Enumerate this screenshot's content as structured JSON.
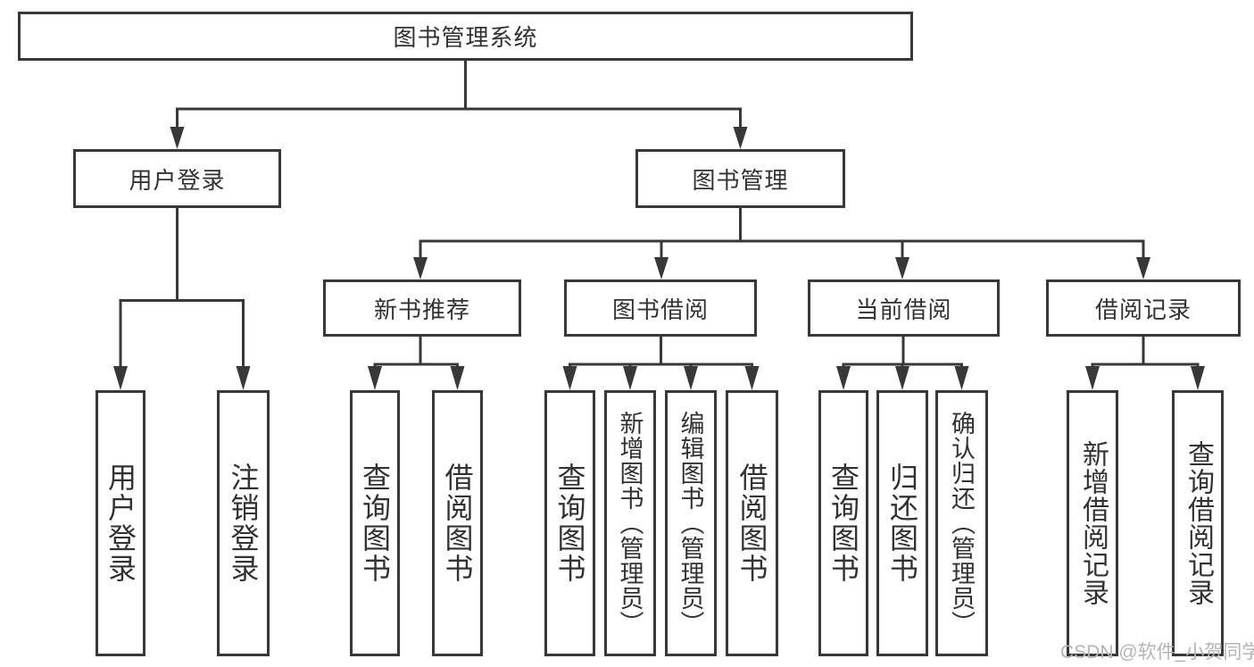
{
  "diagram": {
    "tree": {
      "label": "图书管理系统",
      "children": [
        {
          "label": "用户登录",
          "children": [
            {
              "label": "用户登录"
            },
            {
              "label": "注销登录"
            }
          ]
        },
        {
          "label": "图书管理",
          "children": [
            {
              "label": "新书推荐",
              "children": [
                {
                  "label": "查询图书"
                },
                {
                  "label": "借阅图书"
                }
              ]
            },
            {
              "label": "图书借阅",
              "children": [
                {
                  "label": "查询图书"
                },
                {
                  "label": "新增图书（管理员）"
                },
                {
                  "label": "编辑图书（管理员）"
                },
                {
                  "label": "借阅图书"
                }
              ]
            },
            {
              "label": "当前借阅",
              "children": [
                {
                  "label": "查询图书"
                },
                {
                  "label": "归还图书"
                },
                {
                  "label": "确认归还（管理员）"
                }
              ]
            },
            {
              "label": "借阅记录",
              "children": [
                {
                  "label": "新增借阅记录"
                },
                {
                  "label": "查询借阅记录"
                }
              ]
            }
          ]
        }
      ]
    },
    "colors": {
      "line": "#383838",
      "text": "#323232",
      "watermark": "#b5b5b5"
    }
  },
  "watermark": {
    "text": "CSDN @软件_小贺同学"
  }
}
